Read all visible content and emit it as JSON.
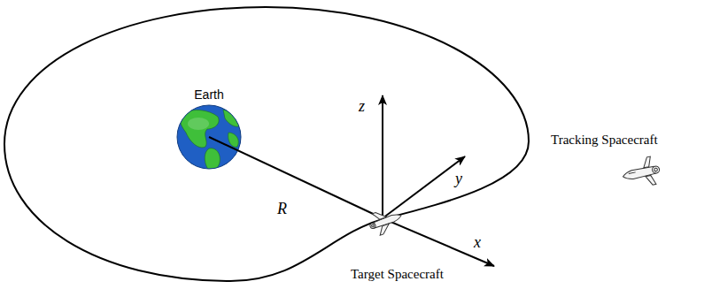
{
  "diagram": {
    "labels": [
      "Earth",
      "R",
      "z",
      "y",
      "x",
      "Target Spacecraft",
      "Tracking Spacecraft"
    ]
  }
}
